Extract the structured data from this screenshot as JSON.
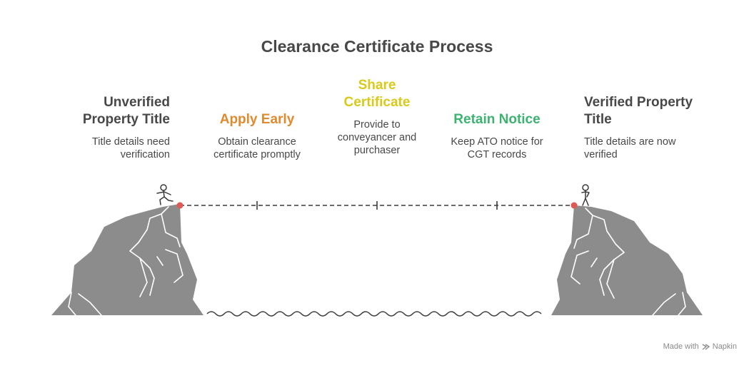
{
  "title": "Clearance Certificate Process",
  "steps": [
    {
      "title_line1": "Unverified",
      "title_line2": "Property Title",
      "desc_line1": "Title details need",
      "desc_line2": "verification",
      "color": "#484848"
    },
    {
      "title_line1": "Apply Early",
      "title_line2": "",
      "desc_line1": "Obtain clearance",
      "desc_line2": "certificate promptly",
      "color": "#E08A2E"
    },
    {
      "title_line1": "Share",
      "title_line2": "Certificate",
      "desc_line1": "Provide to",
      "desc_line2": "conveyancer and",
      "desc_line3": "purchaser",
      "color": "#D9C91A"
    },
    {
      "title_line1": "Retain Notice",
      "title_line2": "",
      "desc_line1": "Keep ATO notice for",
      "desc_line2": "CGT records",
      "color": "#3CB371"
    },
    {
      "title_line1": "Verified Property",
      "title_line2": "Title",
      "desc_line1": "Title details are now",
      "desc_line2": "verified",
      "color": "#484848"
    }
  ],
  "colors": {
    "rock": "#8C8C8C",
    "rock_line": "#ffffff",
    "marker": "#E05A55",
    "ink": "#3a3a3a"
  },
  "footer": {
    "made_with": "Made with",
    "brand": "Napkin"
  }
}
